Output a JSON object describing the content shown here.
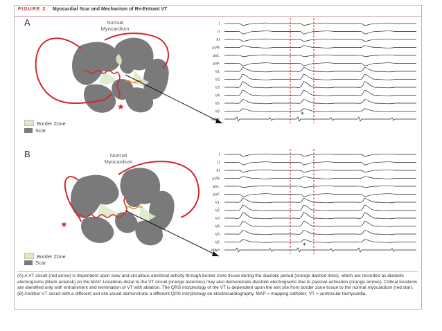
{
  "header": {
    "figure_label": "FIGURE 2",
    "title": "Myocardial Scar and Mechanism of Re-Entrant VT"
  },
  "panels": [
    {
      "label": "A",
      "subtitle_line1": "Normal",
      "subtitle_line2": "Myocardium",
      "legend": [
        "Border Zone",
        "Scar"
      ],
      "asterisk": "*"
    },
    {
      "label": "B",
      "subtitle_line1": "Normal",
      "subtitle_line2": "Myocardium",
      "legend": [
        "Border Zone",
        "Scar"
      ],
      "asterisk": "*"
    }
  ],
  "leads": [
    "I",
    "II",
    "III",
    "aVR",
    "aVL",
    "aVF",
    "V1",
    "V2",
    "V3",
    "V4",
    "V5",
    "V6",
    "MAP"
  ],
  "caption": "(A) A VT circuit (red arrow) is dependent upon slow and circuitous electrical activity through border zone tissue during the diastolic period (orange dashed lines), which are recorded as diastolic electrograms (black asterisk) on the MAP. Locations distal to the VT circuit (orange asterisks) may also demonstrate diastolic electrograms due to passive activation (orange arrows). Critical locations are identified only with entrainment and termination of VT with ablation. The QRS morphology of the VT is dependent upon the exit site from border zone tissue to the normal myocardium (red star). (B) Another VT circuit with a different exit site would demonstrate a different QRS morphology on electrocardiography. MAP = mapping catheter; VT = ventricular tachycardia.",
  "colors": {
    "circuit": "#d0262c",
    "passive": "#e8882a",
    "scar": "#7a7a7a",
    "border_zone": "#dcebc8",
    "header_red": "#c4262e"
  }
}
